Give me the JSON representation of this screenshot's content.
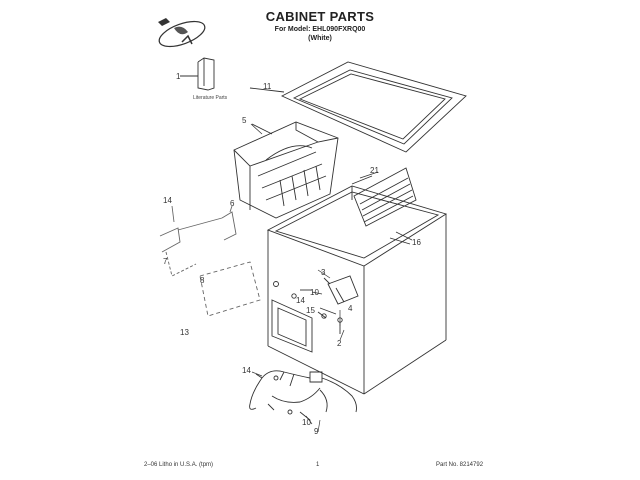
{
  "header": {
    "title": "CABINET PARTS",
    "model_line": "For Model: EHL090FXRQ00",
    "color_line": "(White)"
  },
  "labels": {
    "literature": "Literature Parts"
  },
  "callouts": {
    "c1": "1",
    "c11": "11",
    "c5": "5",
    "c21": "21",
    "c14a": "14",
    "c6": "6",
    "c7": "7",
    "c16": "16",
    "c3": "3",
    "c8": "8",
    "c10a": "10",
    "c14b": "14",
    "c15": "15",
    "c4": "4",
    "c13": "13",
    "c2": "2",
    "c14c": "14",
    "c10b": "10",
    "c9": "9"
  },
  "footer": {
    "left": "2–06 Litho in U.S.A. (tpm)",
    "center": "1",
    "right": "Part No. 8214792"
  },
  "icons": {
    "logo": "brand-logo-icon"
  }
}
